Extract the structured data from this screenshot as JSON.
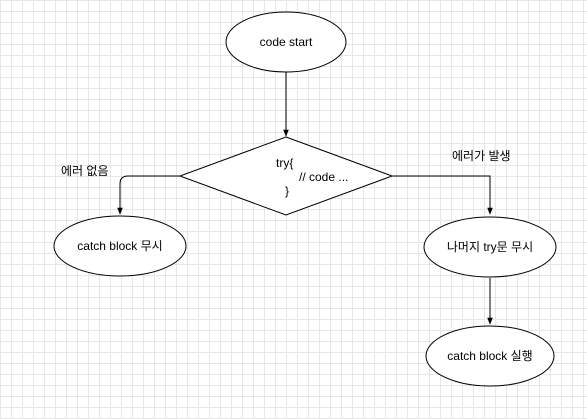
{
  "diagram": {
    "colors": {
      "stroke": "#000000",
      "fill": "#ffffff",
      "grid": "#e6e6e6"
    },
    "nodes": {
      "start": {
        "label": "code start"
      },
      "try_block": {
        "lines": [
          "try{",
          "// code ...",
          "}"
        ]
      },
      "catch_ignored": {
        "label": "catch block 무시"
      },
      "rest_of_try_ignored": {
        "label": "나머지 try문 무시"
      },
      "catch_executed": {
        "label": "catch block 실행"
      }
    },
    "edges": {
      "no_error": {
        "label": "에러 없음"
      },
      "error_occurs": {
        "label": "에러가 발생"
      }
    }
  }
}
